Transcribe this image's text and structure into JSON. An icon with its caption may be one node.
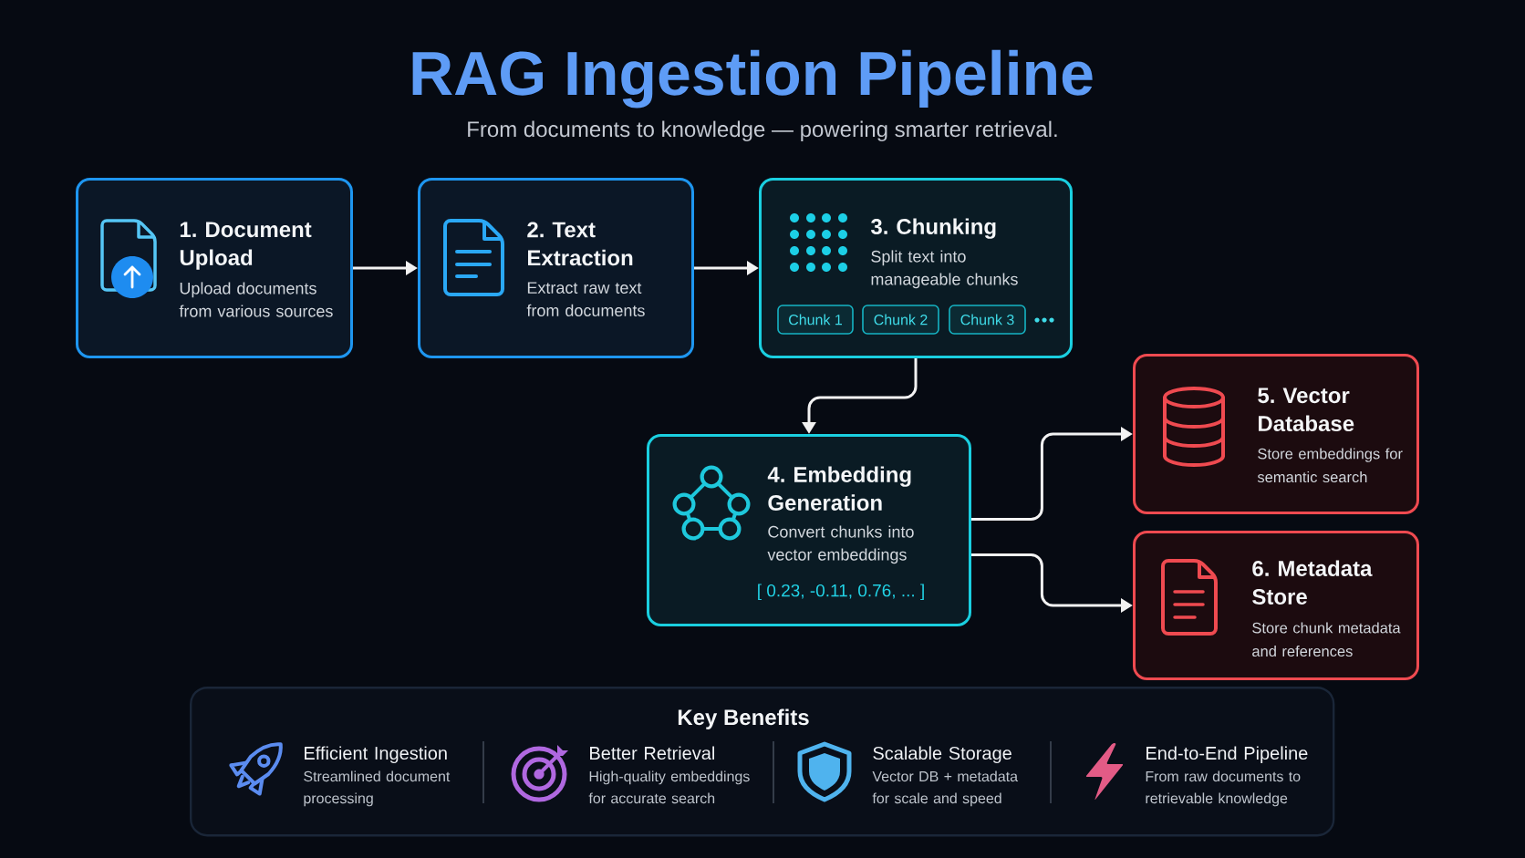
{
  "diagram": {
    "title": "RAG Ingestion Pipeline",
    "nodes": [
      {
        "text": [
          "1. Document Upload",
          "Upload documents from various sources"
        ]
      },
      {
        "text": [
          "2. Text Extraction",
          "Extract raw text from documents"
        ]
      },
      {
        "text": [
          "3. Chunking",
          "Split text into manageable chunks"
        ]
      },
      {
        "text": [
          "Chunk 1"
        ],
        "in": 2
      },
      {
        "text": [
          "Chunk 2"
        ],
        "in": 2
      },
      {
        "text": [
          "Chunk 3"
        ],
        "in": 2
      },
      {
        "text": [
          "4. Embedding Generation",
          "Convert chunks into vector embeddings",
          "[ 0.23, -0.11, 0.76, ... ]"
        ]
      },
      {
        "text": [
          "5. Vector Database",
          "Store embeddings for semantic search"
        ]
      },
      {
        "text": [
          "6. Metadata Store",
          "Store chunk metadata and references"
        ]
      },
      {
        "text": [
          "Key Benefits"
        ]
      }
    ],
    "edges": [
      {
        "from": 0,
        "to": 1,
        "arrow": "to"
      },
      {
        "from": 1,
        "to": 2,
        "arrow": "to"
      },
      {
        "from": 2,
        "to": 6,
        "arrow": "to"
      },
      {
        "from": 6,
        "to": 7,
        "arrow": "to"
      },
      {
        "from": 6,
        "to": 8,
        "arrow": "to"
      }
    ],
    "labels": [
      "From documents to knowledge — powering smarter retrieval.",
      "Efficient Ingestion",
      "Streamlined document processing",
      "Better Retrieval",
      "High-quality embeddings for accurate search",
      "Scalable Storage",
      "Vector DB + metadata for scale and speed",
      "End-to-End Pipeline",
      "From raw documents to retrievable knowledge"
    ]
  }
}
